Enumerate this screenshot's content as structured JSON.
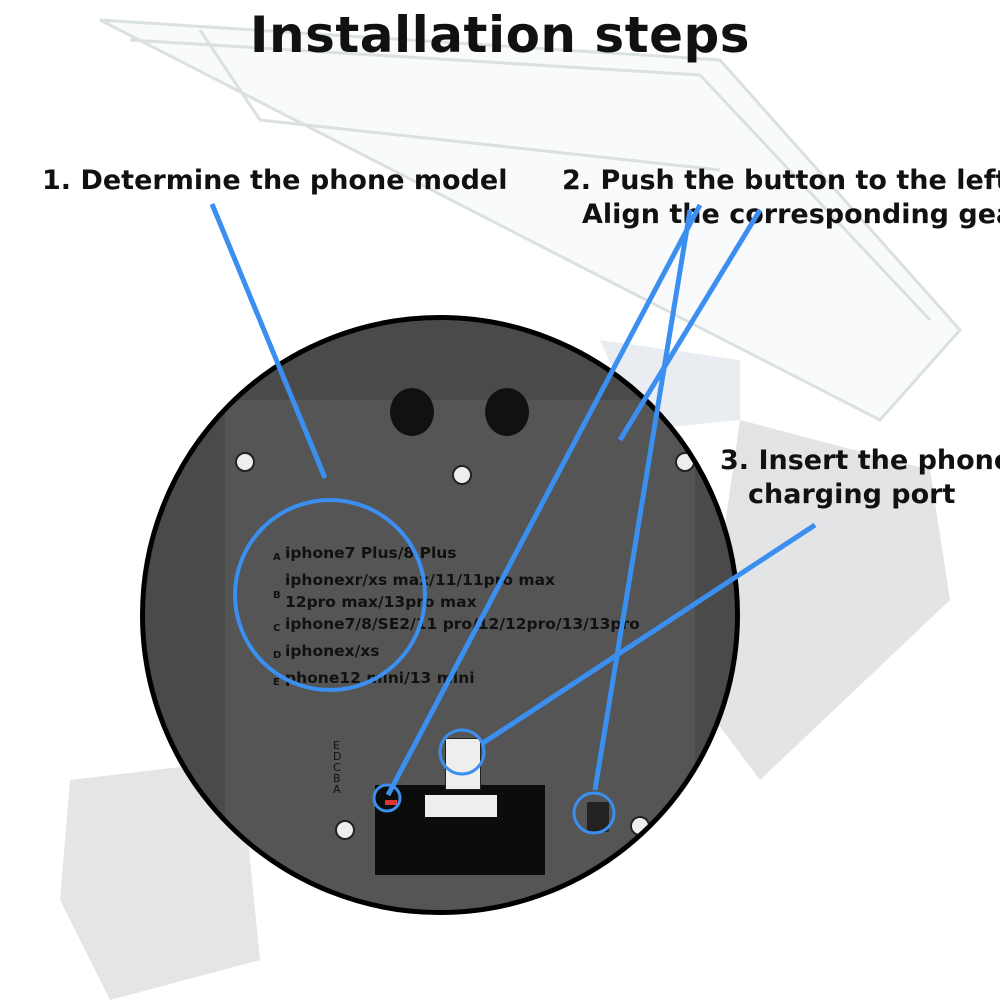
{
  "title": "Installation steps",
  "steps": [
    {
      "number": "1.",
      "text": "Determine the phone model"
    },
    {
      "number": "2.",
      "text": "Push the button to the left",
      "line2": "Align the corresponding gear"
    },
    {
      "number": "3.",
      "text": "Insert the phone",
      "line2": "charging port"
    }
  ],
  "models": [
    {
      "gear": "A",
      "lines": [
        "iphone7 Plus/8 Plus"
      ]
    },
    {
      "gear": "B",
      "lines": [
        "iphonexr/xs max/11/11pro max",
        "12pro max/13pro max"
      ]
    },
    {
      "gear": "C",
      "lines": [
        "iphone7/8/SE2/11 pro/12/12pro/13/13pro"
      ]
    },
    {
      "gear": "D",
      "lines": [
        "iphonex/xs"
      ]
    },
    {
      "gear": "E",
      "lines": [
        "phone12 mini/13 mini"
      ]
    }
  ],
  "gear_scale": [
    "E",
    "D",
    "C",
    "B",
    "A"
  ],
  "colors": {
    "highlight": "#3a8ff0",
    "plate": "#4f4f4f",
    "text": "#111111"
  }
}
